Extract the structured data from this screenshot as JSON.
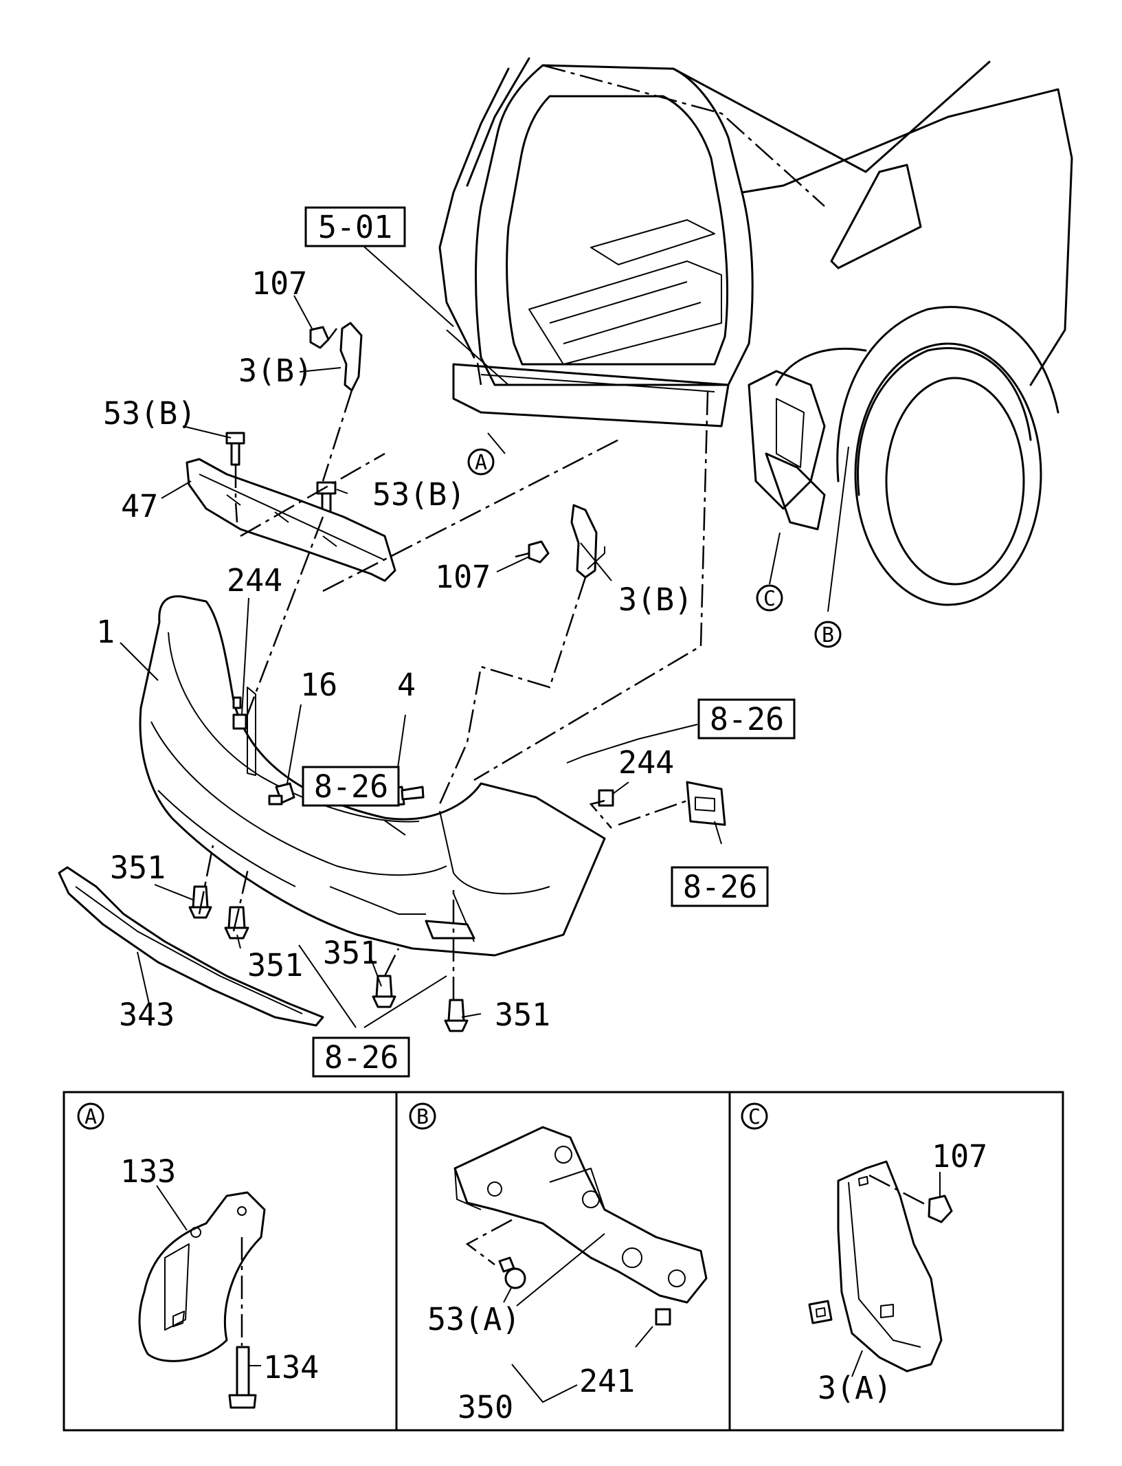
{
  "labels": {
    "ref_5_01": "5-01",
    "p107_top": "107",
    "p3b_top": "3(B)",
    "p53b_left": "53(B)",
    "p53b_mid": "53(B)",
    "p47": "47",
    "p107_mid": "107",
    "p3b_mid": "3(B)",
    "p244_left": "244",
    "p1": "1",
    "p16": "16",
    "p4": "4",
    "ref_8_26_right": "8-26",
    "p244_right": "244",
    "ref_8_26_center": "8-26",
    "ref_8_26_connector": "8-26",
    "p351_left": "351",
    "p351_mid": "351",
    "p351_center": "351",
    "p351_right": "351",
    "p343": "343",
    "ref_8_26_bottom": "8-26"
  },
  "callouts": {
    "A": "A",
    "B": "B",
    "C": "C"
  },
  "detail_a": {
    "letter": "A",
    "p133": "133",
    "p134": "134"
  },
  "detail_b": {
    "letter": "B",
    "p53a": "53(A)",
    "p241": "241",
    "p350": "350"
  },
  "detail_c": {
    "letter": "C",
    "p107": "107",
    "p3a": "3(A)"
  }
}
